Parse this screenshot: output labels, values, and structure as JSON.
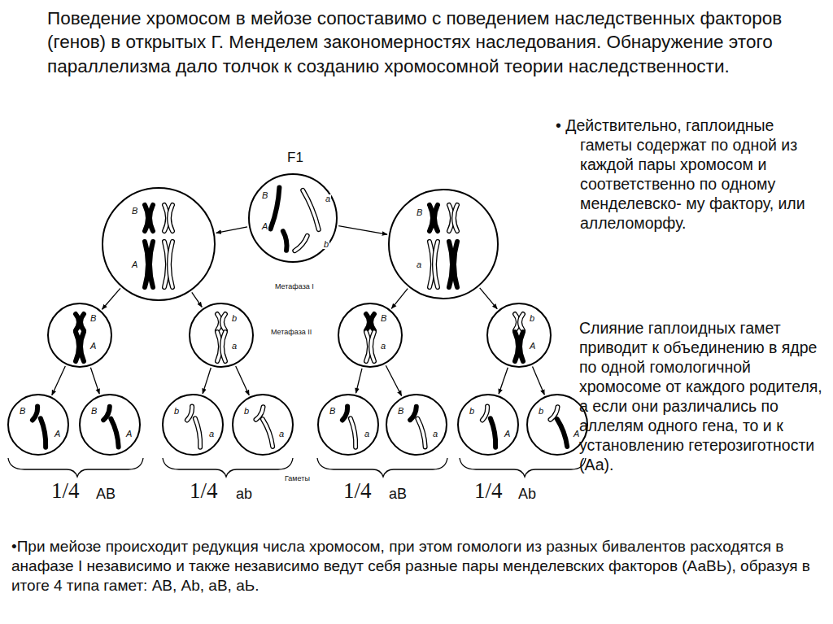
{
  "diagram": {
    "title": "Поведение хромосом в мейозе сопоставимо с поведением наследственных факторов (генов) в открытых Г. Менделем закономерностях наследования. Обнаружение этого параллелизма дало толчок к созданию хромосомной теории наследственности.",
    "caption": "•При мейозе происходит редукция числа хромосом, при этом гомологи из разных бивалентов расходятся в анафазе I независимо и также независимо ведут себя разные пары менделевских факторов (АаВЬ), образуя в итоге 4 типа гамет: АВ, Аb, аВ, аЬ.",
    "nodes": [
      {
        "text": [
          "F1",
          "B",
          "A",
          "a",
          "b"
        ]
      },
      {
        "text": [
          "B",
          "A"
        ]
      },
      {
        "text": [
          "B",
          "a"
        ]
      },
      {
        "text": [
          "B",
          "A"
        ]
      },
      {
        "text": [
          "b",
          "a"
        ]
      },
      {
        "text": [
          "B",
          "a"
        ]
      },
      {
        "text": [
          "b",
          "A"
        ]
      },
      {
        "text": [
          "B",
          "A"
        ]
      },
      {
        "text": [
          "B",
          "A"
        ]
      },
      {
        "text": [
          "b",
          "a"
        ]
      },
      {
        "text": [
          "b",
          "a"
        ]
      },
      {
        "text": [
          "B",
          "a"
        ]
      },
      {
        "text": [
          "B",
          "a"
        ]
      },
      {
        "text": [
          "b",
          "A"
        ]
      },
      {
        "text": [
          "b",
          "A"
        ]
      }
    ],
    "edges": [
      {
        "from": 0,
        "to": 1,
        "arrow": "to"
      },
      {
        "from": 0,
        "to": 2,
        "arrow": "to"
      },
      {
        "from": 1,
        "to": 3,
        "arrow": "to"
      },
      {
        "from": 1,
        "to": 4,
        "arrow": "to"
      },
      {
        "from": 2,
        "to": 5,
        "arrow": "to"
      },
      {
        "from": 2,
        "to": 6,
        "arrow": "to"
      },
      {
        "from": 3,
        "to": 7,
        "arrow": "to"
      },
      {
        "from": 3,
        "to": 8,
        "arrow": "to"
      },
      {
        "from": 4,
        "to": 9,
        "arrow": "to"
      },
      {
        "from": 4,
        "to": 10,
        "arrow": "to"
      },
      {
        "from": 5,
        "to": 11,
        "arrow": "to"
      },
      {
        "from": 5,
        "to": 12,
        "arrow": "to"
      },
      {
        "from": 6,
        "to": 13,
        "arrow": "to"
      },
      {
        "from": 6,
        "to": 14,
        "arrow": "to"
      }
    ],
    "labels": [
      "Метафаза I",
      "Метафаза II",
      "Гаметы",
      "1/4",
      "AB",
      "1/4",
      "ab",
      "1/4",
      "aB",
      "1/4",
      "Ab",
      "• Действительно, гаплоидные гаметы содержат по одной из каждой пары хромосом и соответственно по одному менделевско- му фактору, или аллеломорфу.",
      "Слияние гаплоидных гамет приводит к объединению в ядре по одной гомологичной хромосоме от каждого родителя, а если они различались по аллелям одного гена, то и к установлению гетерозиготности (Аа)."
    ]
  }
}
